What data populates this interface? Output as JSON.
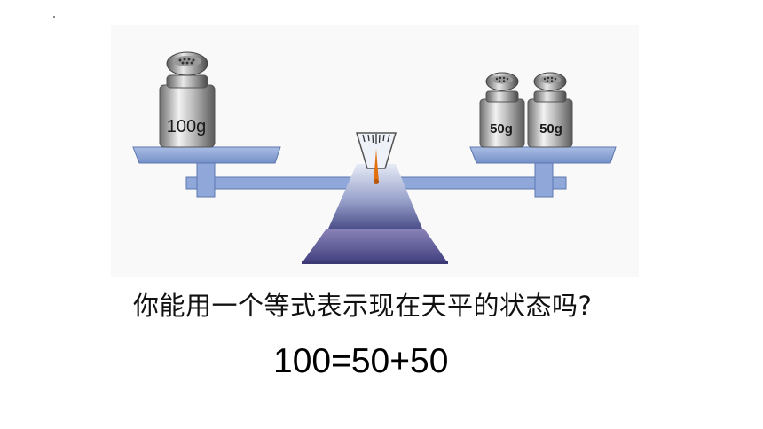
{
  "scale": {
    "left_pan_weights": [
      {
        "label": "100g"
      }
    ],
    "right_pan_weights": [
      {
        "label": "50g"
      },
      {
        "label": "50g"
      }
    ]
  },
  "question": "你能用一个等式表示现在天平的状态吗?",
  "equation": "100=50+50",
  "colors": {
    "pan": "#8aa4d6",
    "beam": "#8aa4d6",
    "base_light": "#dfe5f4",
    "base_dark": "#4b4f88",
    "needle": "#e2700f",
    "weight_metal": "#b8b8b8"
  }
}
